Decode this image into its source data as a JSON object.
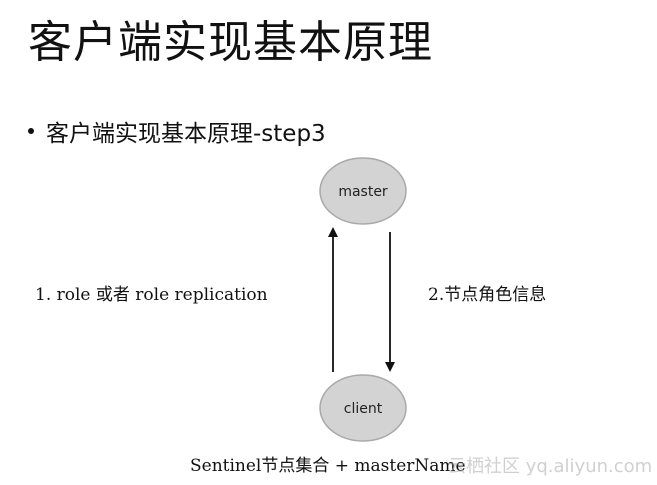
{
  "slide": {
    "title": "客户端实现基本原理",
    "bullet": "客户端实现基本原理-step3"
  },
  "diagram": {
    "nodes": {
      "master": "master",
      "client": "client"
    },
    "edges": {
      "up_label": "1. role 或者 role replication",
      "down_label": "2.节点角色信息"
    },
    "footer": "Sentinel节点集合 + masterName",
    "node_fill": "#d3d3d3",
    "node_stroke": "#a9a9a9"
  },
  "watermark": "云栖社区 yq.aliyun.com"
}
